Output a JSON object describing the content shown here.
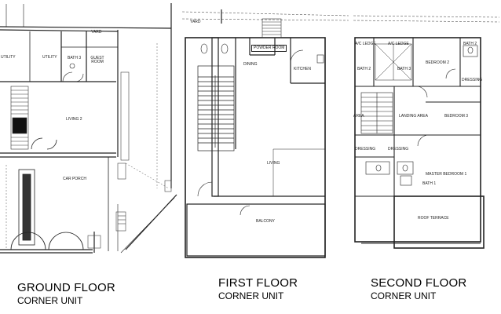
{
  "ground_floor": {
    "title": "GROUND FLOOR",
    "subtitle": "CORNER UNIT",
    "rooms": {
      "yard": "YARD",
      "utility_left": "UTILITY",
      "utility": "UTILITY",
      "bath": "BATH 3",
      "guest_room": "GUEST ROOM",
      "living": "LIVING 2",
      "car_porch": "CAR PORCH"
    }
  },
  "first_floor": {
    "title": "FIRST FLOOR",
    "subtitle": "CORNER UNIT",
    "rooms": {
      "yard": "YARD",
      "powder_room": "POWDER ROOM",
      "dining": "DINING",
      "kitchen": "KITCHEN",
      "living": "LIVING",
      "balcony": "BALCONY"
    }
  },
  "second_floor": {
    "title": "SECOND FLOOR",
    "subtitle": "CORNER UNIT",
    "rooms": {
      "ac_ledge_left": "A/C LEDGE",
      "ac_ledge_right": "A/C LEDGE",
      "bath2_left": "BATH 2",
      "bath3": "BATH 3",
      "bedroom2": "BEDROOM 2",
      "bath2_right": "BATH 2",
      "dressing_top": "DRESSING",
      "area": "AREA",
      "landing_area": "LANDING AREA",
      "bedroom3": "BEDROOM 3",
      "dressing_left": "DRESSING",
      "dressing_mid": "DRESSING",
      "master_bedroom": "MASTER BEDROOM 1",
      "bath1": "BATH 1",
      "roof_terrace": "ROOF TERRACE"
    }
  }
}
